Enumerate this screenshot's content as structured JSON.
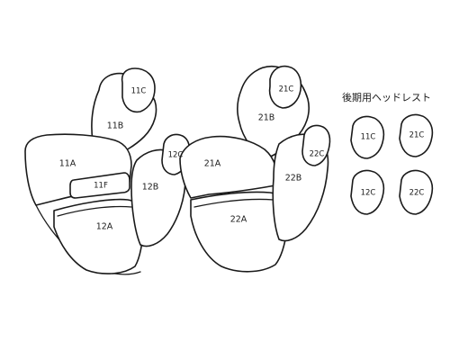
{
  "heading": "後期用ヘッドレスト",
  "labels": {
    "p11C": "11C",
    "p11B": "11B",
    "p11A": "11A",
    "p11F": "11F",
    "p12A": "12A",
    "p12B": "12B",
    "p12C": "12C",
    "p21A": "21A",
    "p21B": "21B",
    "p21C": "21C",
    "p22A": "22A",
    "p22B": "22B",
    "p22C": "22C"
  },
  "late_headrests": [
    "11C",
    "21C",
    "12C",
    "22C"
  ],
  "line_color": "#1a1a1a",
  "background": "#ffffff"
}
